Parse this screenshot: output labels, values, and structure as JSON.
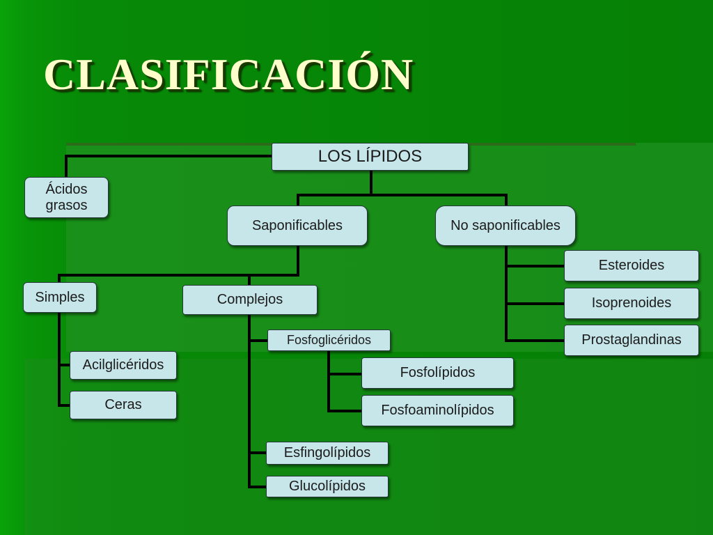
{
  "slide": {
    "title": "CLASIFICACIÓN"
  },
  "diagram": {
    "root": "LOS LÍPIDOS",
    "acidos_grasos": "Ácidos grasos",
    "saponificables": "Saponificables",
    "no_saponificables": "No saponificables",
    "simples": "Simples",
    "complejos": "Complejos",
    "acilgliceridos": "Acilglicéridos",
    "ceras": "Ceras",
    "fosfogliceridos": "Fosfoglicéridos",
    "fosfolipidos": "Fosfolípidos",
    "fosfoaminolipidos": "Fosfoaminolípidos",
    "esfingolipidos": "Esfingolípidos",
    "glucolipidos": "Glucolípidos",
    "esteroides": "Esteroides",
    "isoprenoides": "Isoprenoides",
    "prostaglandinas": "Prostaglandinas"
  },
  "colors": {
    "background": "#078a07",
    "title": "#ffffcc",
    "node_fill": "#c6e6ea",
    "connector": "#000000"
  }
}
